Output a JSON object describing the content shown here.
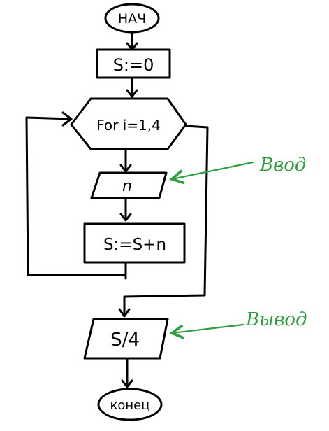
{
  "flowchart": {
    "start": "НАЧ",
    "init": "S:=0",
    "loop": "For i=1,4",
    "input": "n",
    "accumulate": "S:=S+n",
    "output": "S/4",
    "end": "конец"
  },
  "annotations": {
    "input_note": "Ввод",
    "output_note": "Вывод"
  },
  "colors": {
    "ink": "#000000",
    "annotation": "#2e9e3e"
  }
}
